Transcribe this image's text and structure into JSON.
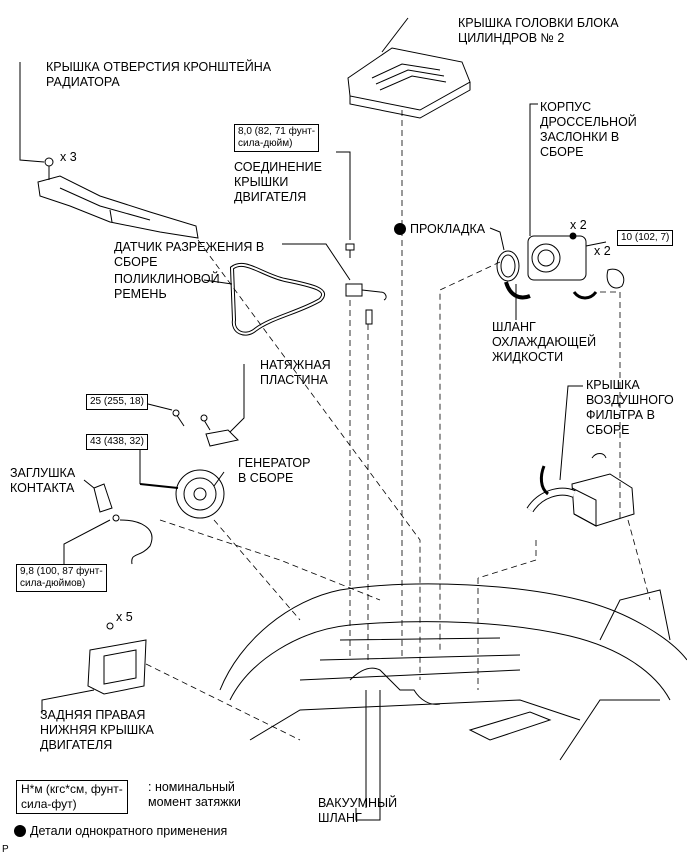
{
  "labels": {
    "cyl_head_cover": "КРЫШКА ГОЛОВКИ БЛОКА\nЦИЛИНДРОВ № 2",
    "radiator_bracket_cover": "КРЫШКА ОТВЕРСТИЯ КРОНШТЕЙНА\nРАДИАТОРА",
    "x3": "x 3",
    "torque_8": "8,0 (82, 71 фунт-\nсила-дюйм)",
    "engine_cover_joint": "СОЕДИНЕНИЕ\nКРЫШКИ\nДВИГАТЕЛЯ",
    "throttle_body": "КОРПУС\nДРОССЕЛЬНОЙ\nЗАСЛОНКИ В\nСБОРЕ",
    "gasket": "ПРОКЛАДКА",
    "x2_a": "x 2",
    "x2_b": "x 2",
    "torque_10": "10 (102, 7)",
    "vacuum_sensor": "ДАТЧИК РАЗРЕЖЕНИЯ В\nСБОРЕ",
    "v_ribbed_belt": "ПОЛИКЛИНОВОЙ\nРЕМЕНЬ",
    "coolant_hose": "ШЛАНГ\nОХЛАЖДАЮЩЕЙ\nЖИДКОСТИ",
    "tension_plate": "НАТЯЖНАЯ\nПЛАСТИНА",
    "torque_25": "25 (255, 18)",
    "air_filter_cover": "КРЫШКА\nВОЗДУШНОГО\nФИЛЬТРА В\nСБОРЕ",
    "torque_43": "43 (438, 32)",
    "generator": "ГЕНЕРАТОР\nВ СБОРЕ",
    "contact_plug": "ЗАГЛУШКА\nКОНТАКТА",
    "torque_9_8": "9,8 (100, 87 фунт-\nсила-дюймов)",
    "x5": "x 5",
    "rear_lower_cover": "ЗАДНЯЯ ПРАВАЯ\nНИЖНЯЯ КРЫШКА\nДВИГАТЕЛЯ",
    "legend_unit": "Н*м (кгс*см, фунт-\nсила-фут)",
    "legend_unit_desc": ": номинальный\nмомент затяжки",
    "vacuum_hose": "ВАКУУМНЫЙ\nШЛАНГ",
    "single_use": "Детали однократного применения",
    "page_mark": "P"
  }
}
